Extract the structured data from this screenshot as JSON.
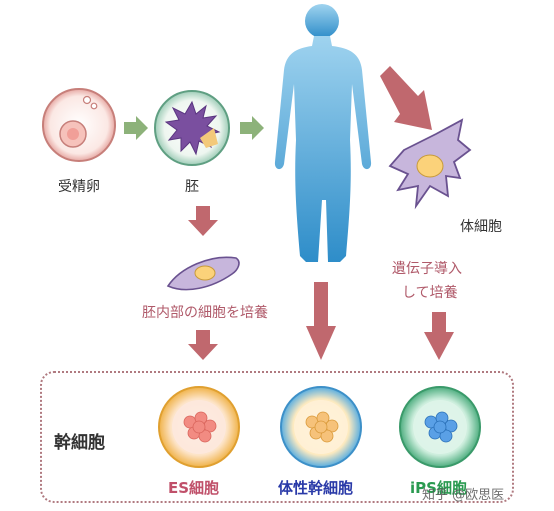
{
  "labels": {
    "fertilized_egg": "受精卵",
    "embryo": "胚",
    "somatic_cell": "体細胞",
    "inner_embryo_culture": "胚内部の細胞を培養",
    "gene_transfer_line1": "遺伝子導入",
    "gene_transfer_line2": "して培養",
    "stem_cell_group": "幹細胞",
    "es_cell": "ES細胞",
    "adult_stem_cell": "体性幹細胞",
    "ips_cell": "iPS細胞",
    "watermark": "知乎 @欧思医"
  },
  "colors": {
    "arrow_green": "#8db27a",
    "arrow_red": "#c0686e",
    "body_blue": "#5ab0dc",
    "cell_purple": "#a890c8",
    "es_pink": "#e88a7a",
    "adult_orange": "#f2c46e",
    "ips_green": "#6cbf9a",
    "adult_label_blue": "#2a3aa8",
    "ips_label_green": "#2a9a50",
    "es_label_pink": "#c0506a"
  }
}
